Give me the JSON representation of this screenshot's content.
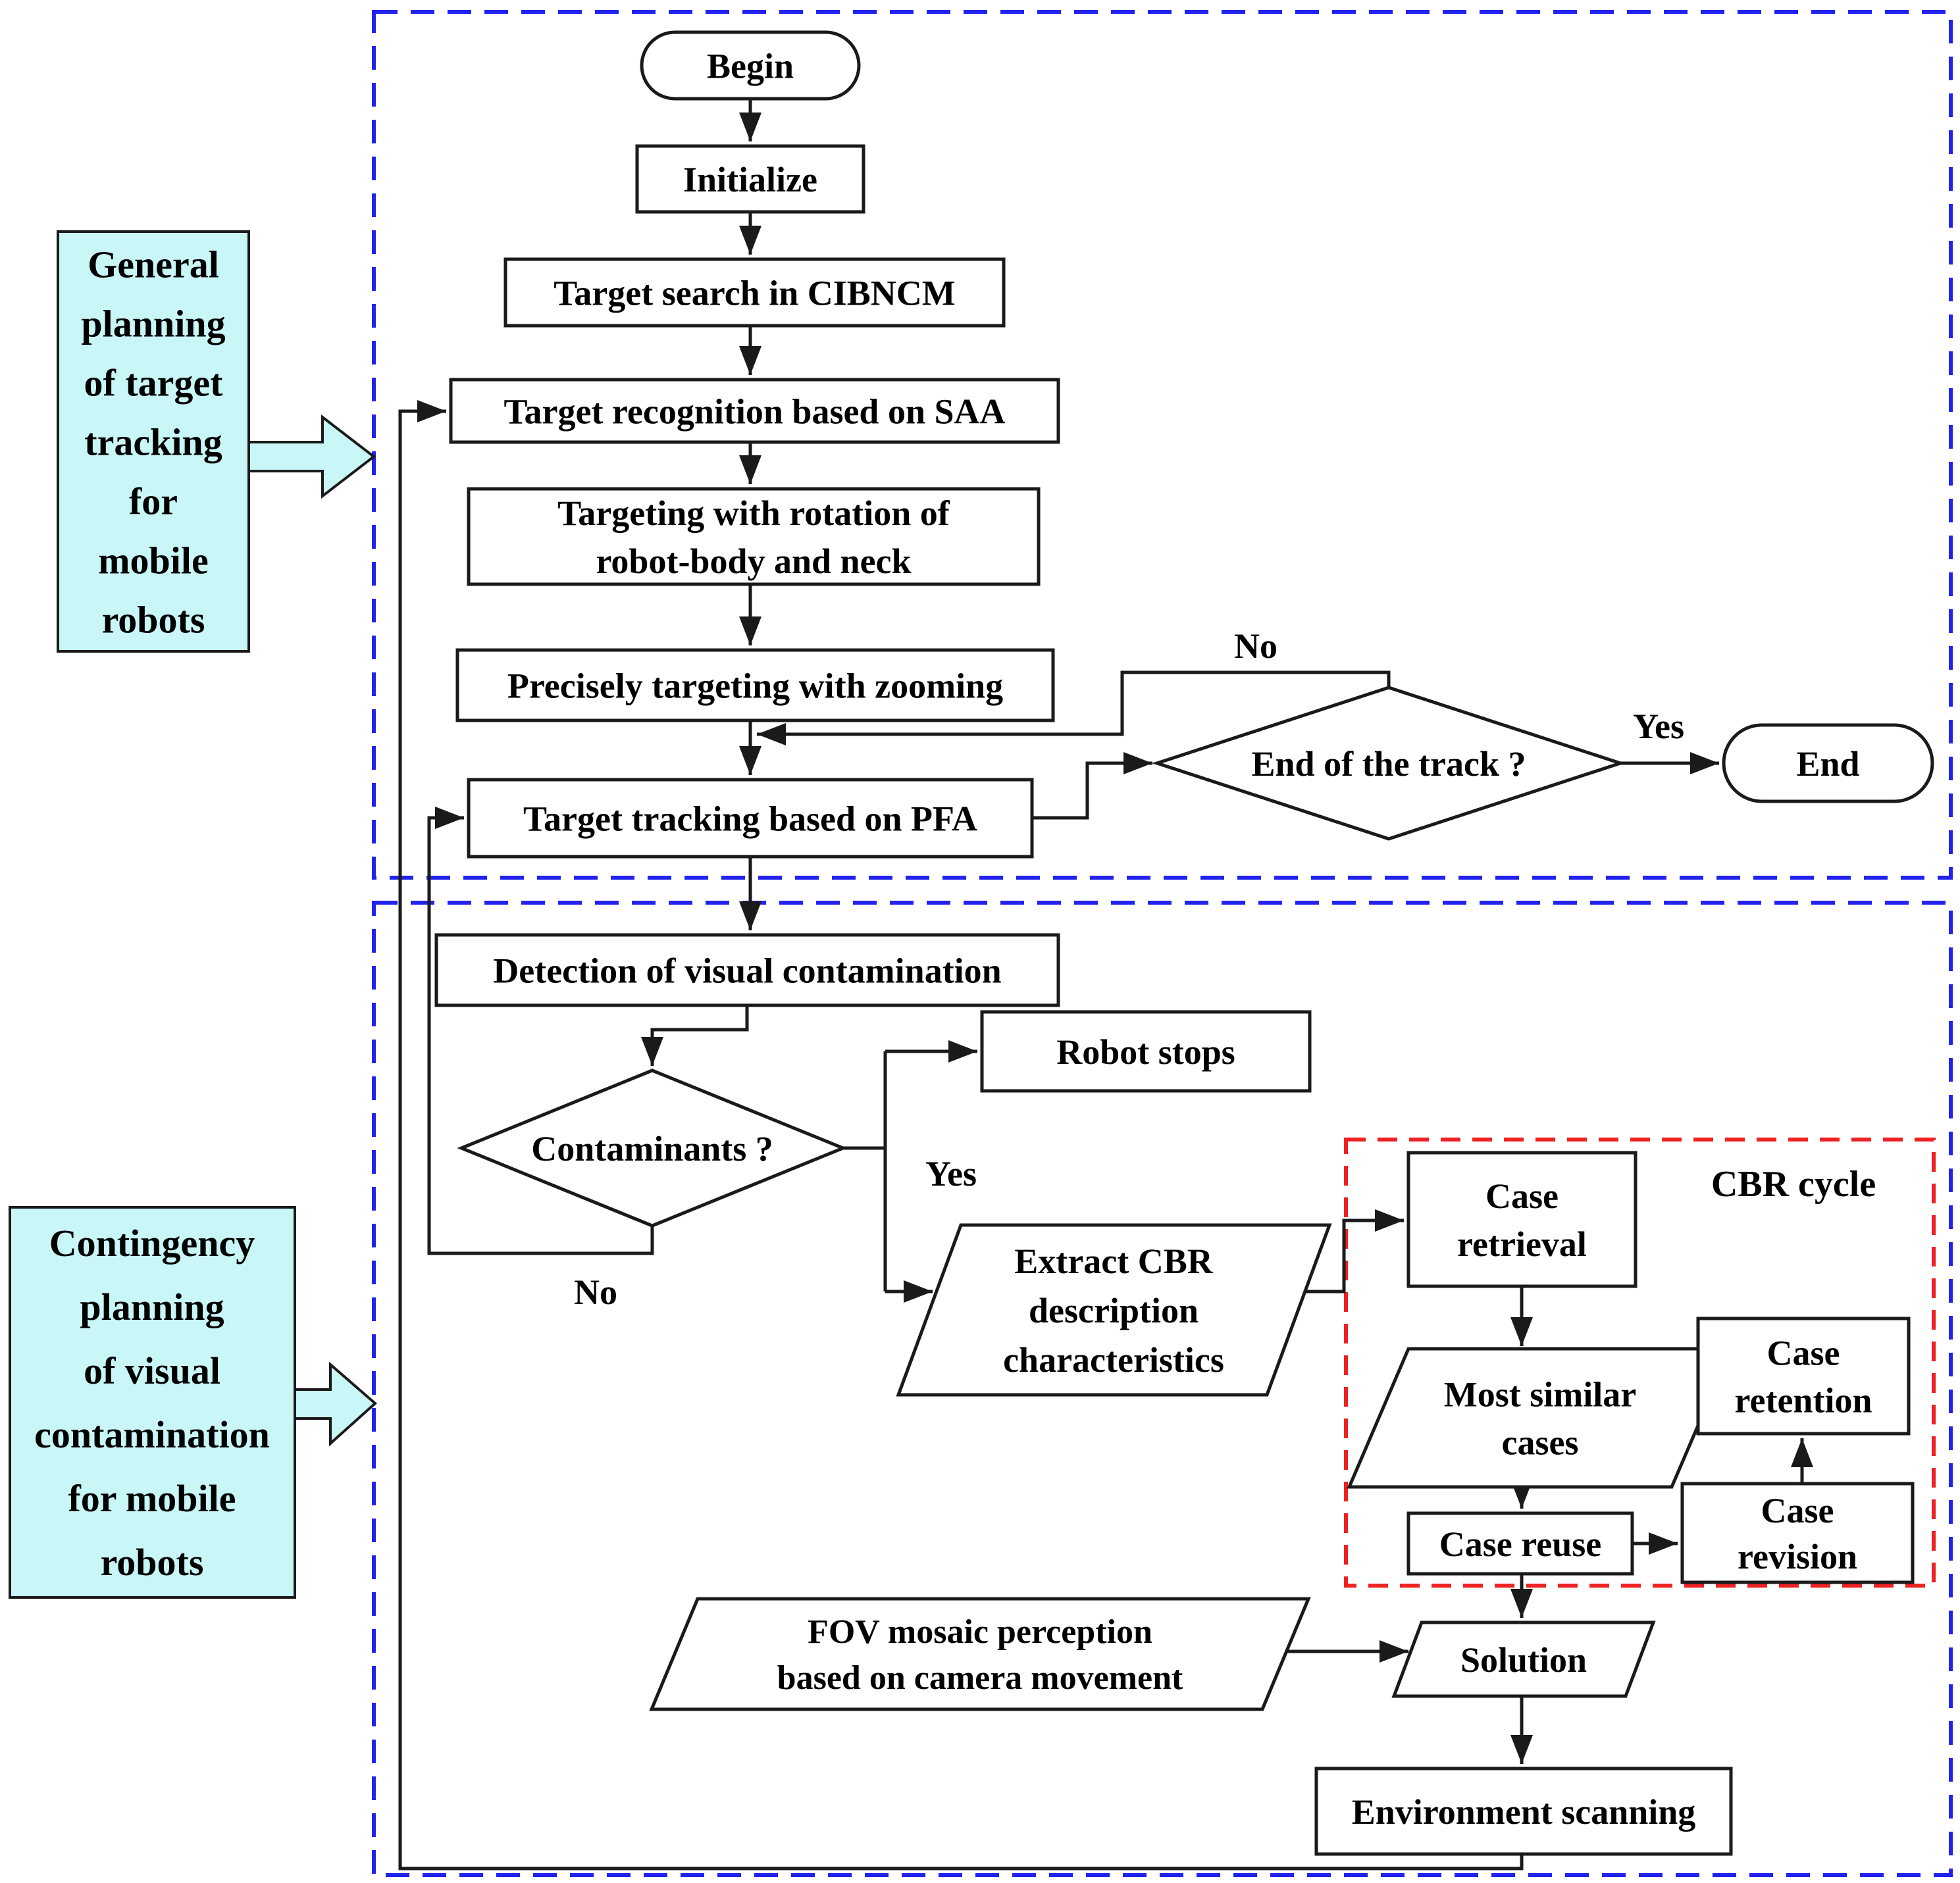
{
  "figure": {
    "type": "flowchart",
    "section_boxes": [
      {
        "id": "general-planning",
        "lines": [
          "General",
          "planning",
          "of target",
          "tracking",
          "for",
          "mobile",
          "robots"
        ]
      },
      {
        "id": "contingency-planning",
        "lines": [
          "Contingency",
          "planning",
          "of visual",
          "contamination",
          "for mobile",
          "robots"
        ]
      }
    ],
    "cbr_cycle_label": "CBR cycle",
    "nodes": [
      {
        "id": "begin",
        "shape": "terminator",
        "lines": [
          "Begin"
        ]
      },
      {
        "id": "initialize",
        "shape": "process",
        "lines": [
          "Initialize"
        ]
      },
      {
        "id": "target_search",
        "shape": "process",
        "lines": [
          "Target search in CIBNCM"
        ]
      },
      {
        "id": "target_recognition",
        "shape": "process",
        "lines": [
          "Target recognition based on SAA"
        ]
      },
      {
        "id": "targeting_rotation",
        "shape": "process",
        "lines": [
          "Targeting with rotation of",
          "robot-body and neck"
        ]
      },
      {
        "id": "precisely_targeting",
        "shape": "process",
        "lines": [
          "Precisely targeting with zooming"
        ]
      },
      {
        "id": "target_tracking",
        "shape": "process",
        "lines": [
          "Target tracking based on PFA"
        ]
      },
      {
        "id": "end_of_track",
        "shape": "decision",
        "lines": [
          "End of the track ?"
        ]
      },
      {
        "id": "end",
        "shape": "terminator",
        "lines": [
          "End"
        ]
      },
      {
        "id": "detection",
        "shape": "process",
        "lines": [
          "Detection of visual contamination"
        ]
      },
      {
        "id": "contaminants",
        "shape": "decision",
        "lines": [
          "Contaminants ?"
        ]
      },
      {
        "id": "robot_stops",
        "shape": "process",
        "lines": [
          "Robot stops"
        ]
      },
      {
        "id": "extract_cbr",
        "shape": "data",
        "lines": [
          "Extract CBR",
          "description",
          "characteristics"
        ]
      },
      {
        "id": "case_retrieval",
        "shape": "process",
        "lines": [
          "Case",
          "retrieval"
        ]
      },
      {
        "id": "most_similar",
        "shape": "data",
        "lines": [
          "Most similar",
          "cases"
        ]
      },
      {
        "id": "case_reuse",
        "shape": "process",
        "lines": [
          "Case reuse"
        ]
      },
      {
        "id": "case_revision",
        "shape": "process",
        "lines": [
          "Case",
          "revision"
        ]
      },
      {
        "id": "case_retention",
        "shape": "process",
        "lines": [
          "Case",
          "retention"
        ]
      },
      {
        "id": "fov_mosaic",
        "shape": "data",
        "lines": [
          "FOV mosaic perception",
          "based on camera movement"
        ]
      },
      {
        "id": "solution",
        "shape": "data",
        "lines": [
          "Solution"
        ]
      },
      {
        "id": "env_scanning",
        "shape": "process",
        "lines": [
          "Environment scanning"
        ]
      }
    ],
    "edge_labels": [
      {
        "id": "no_track",
        "text": "No"
      },
      {
        "id": "yes_track",
        "text": "Yes"
      },
      {
        "id": "yes_contaminants",
        "text": "Yes"
      },
      {
        "id": "no_contaminants",
        "text": "No"
      }
    ],
    "colors": {
      "section_border": "#2222ee",
      "cbr_border": "#ee2222",
      "side_label_fill": "#c9f6f6",
      "line": "#1a1a1a",
      "node_fill": "#ffffff",
      "text": "#000000"
    }
  }
}
